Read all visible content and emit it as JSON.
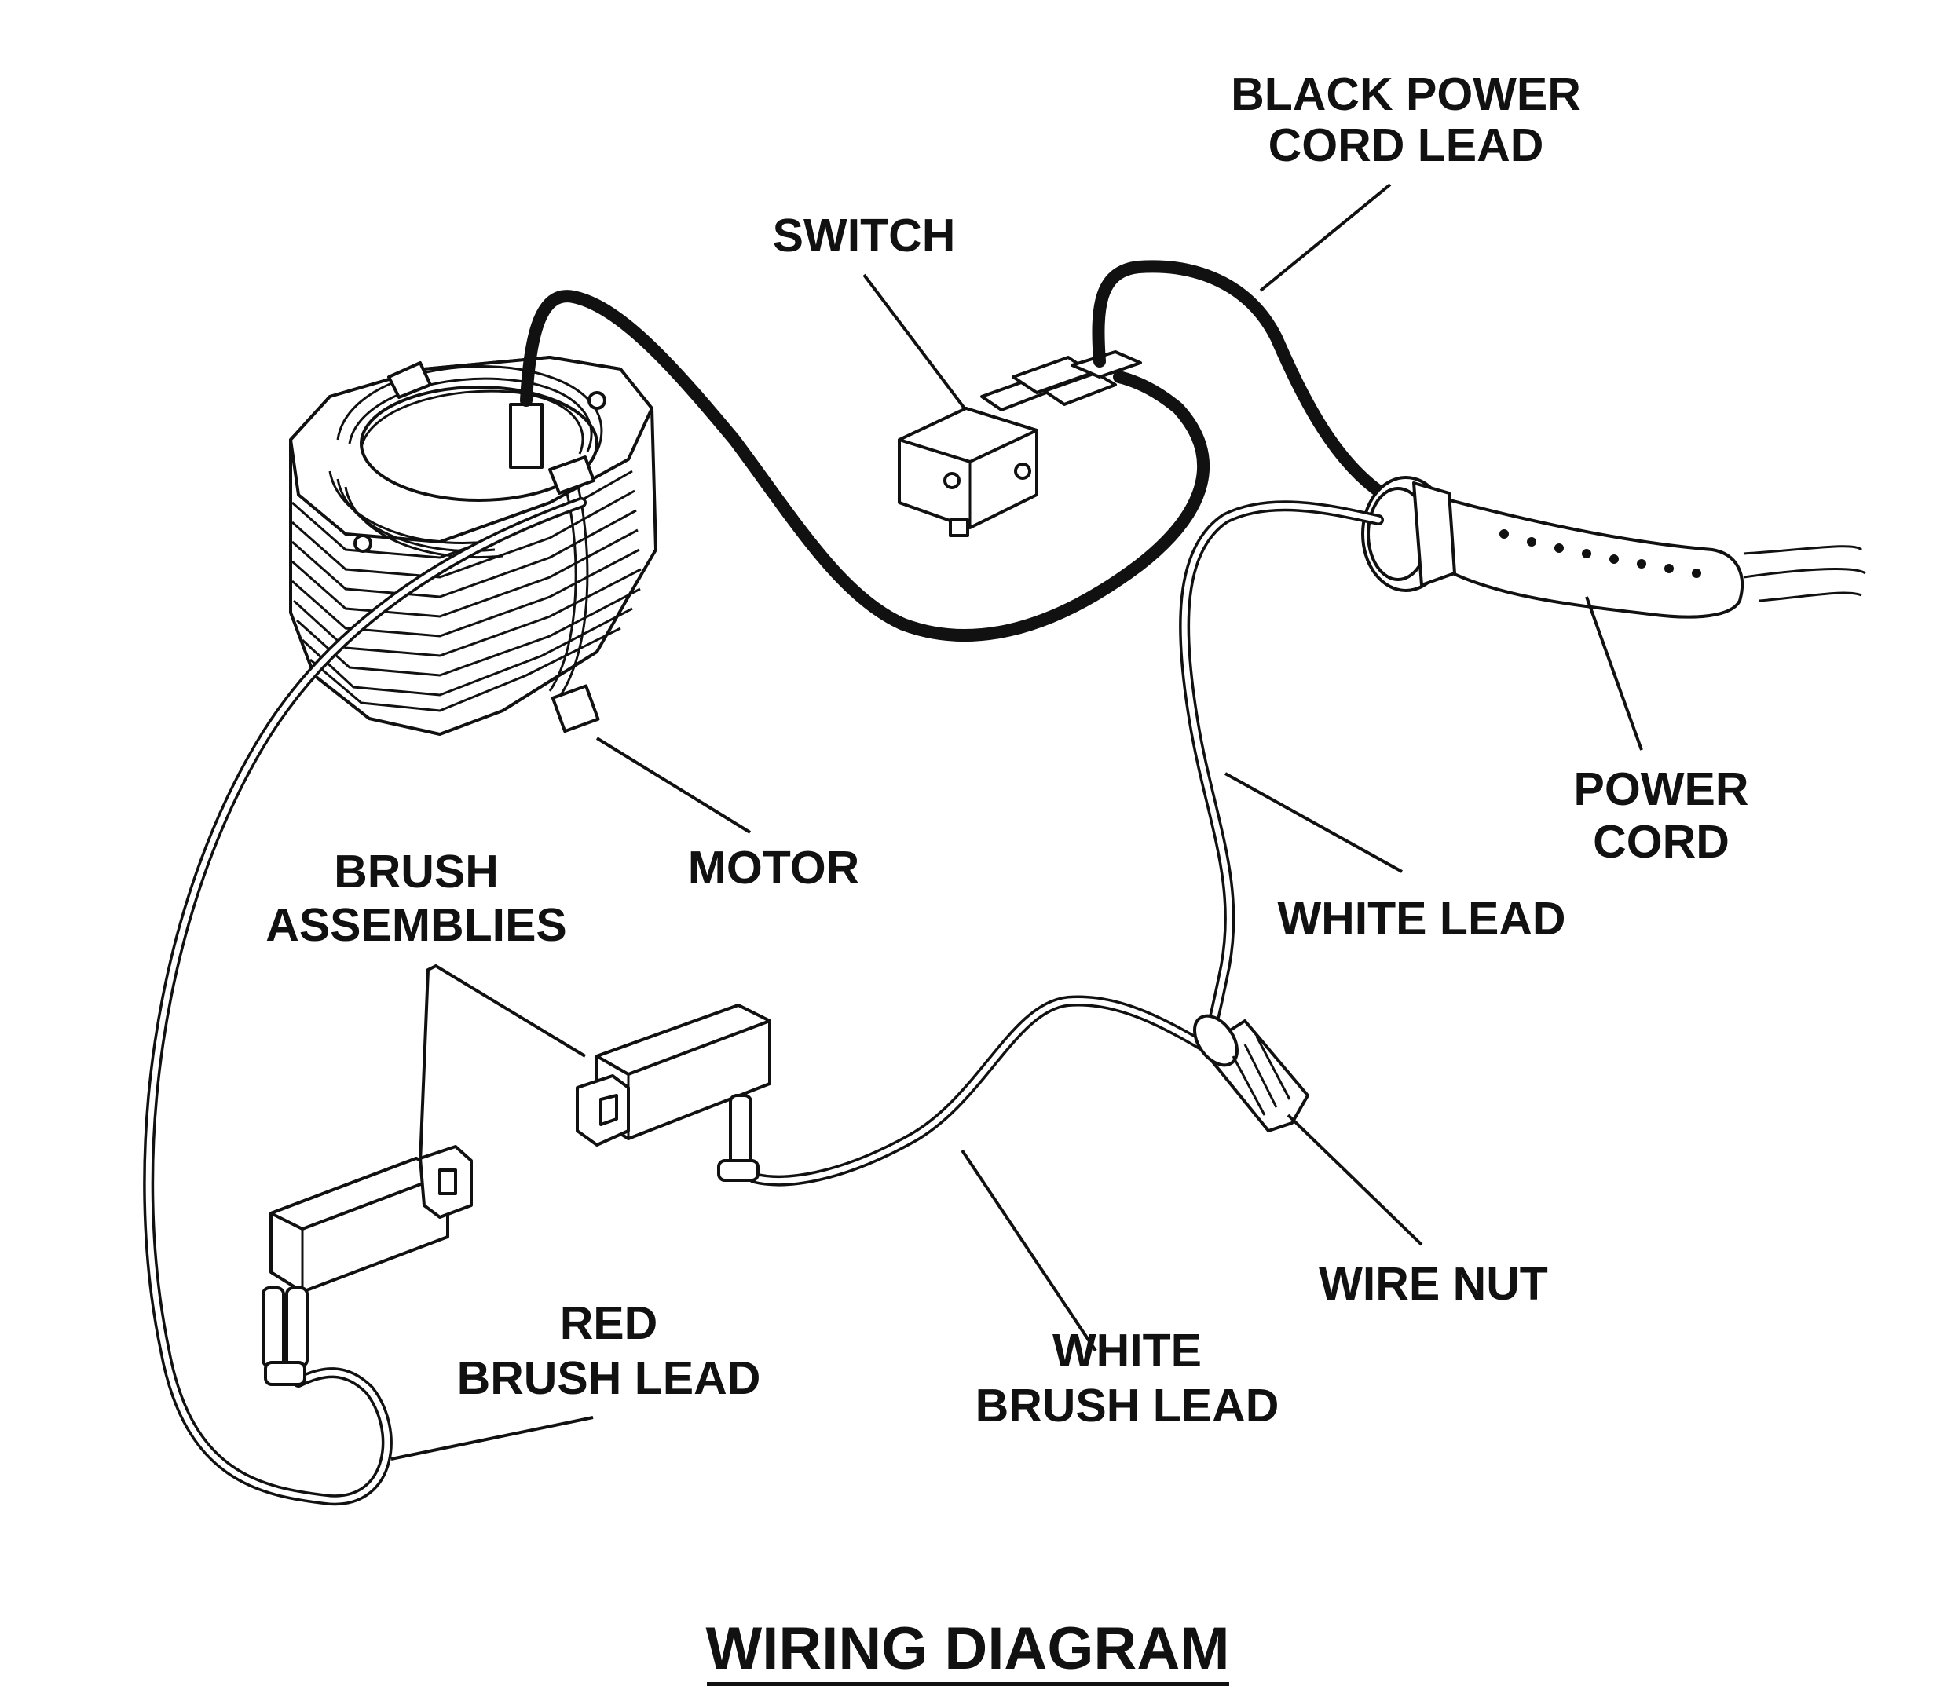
{
  "labels": {
    "black_power_cord_lead_1": "BLACK POWER",
    "black_power_cord_lead_2": "CORD LEAD",
    "switch": "SWITCH",
    "power_cord_1": "POWER",
    "power_cord_2": "CORD",
    "motor": "MOTOR",
    "brush_assemblies_1": "BRUSH",
    "brush_assemblies_2": "ASSEMBLIES",
    "white_lead": "WHITE LEAD",
    "wire_nut": "WIRE NUT",
    "red_brush_lead_1": "RED",
    "red_brush_lead_2": "BRUSH LEAD",
    "white_brush_lead_1": "WHITE",
    "white_brush_lead_2": "BRUSH LEAD"
  },
  "title": "WIRING DIAGRAM"
}
